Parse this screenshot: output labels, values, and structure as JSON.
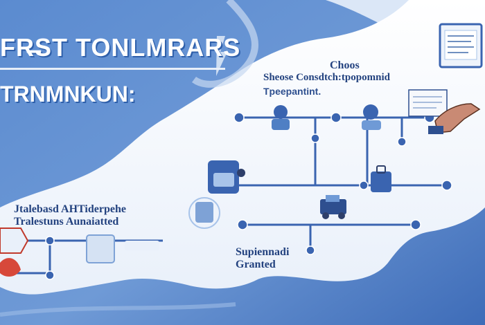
{
  "header": {
    "title": "FR̶ST TONLMRARS",
    "subtitle": "TRNMNKUN:"
  },
  "top_box": {
    "line1": "Choos",
    "line2": "Sheose Consdtch:tpopomnid",
    "line3": "Tpeepantint."
  },
  "left_box": {
    "line1": "Jtalebasd AHTiderpehe",
    "line2": "Tralestuns Aunaiatted"
  },
  "bottom_box": {
    "line1": "Supiennadi",
    "line2": "Granted"
  },
  "colors": {
    "background_blue": "#4f7fc4",
    "light_blue": "#a8c4ea",
    "line": "#3a64b0",
    "text_dark": "#23427f"
  },
  "icons": [
    "monitor-icon",
    "document-icon",
    "handshake-icon",
    "person-icon",
    "robot-icon",
    "vehicle-icon",
    "bag-icon",
    "server-icon",
    "warning-icon"
  ]
}
